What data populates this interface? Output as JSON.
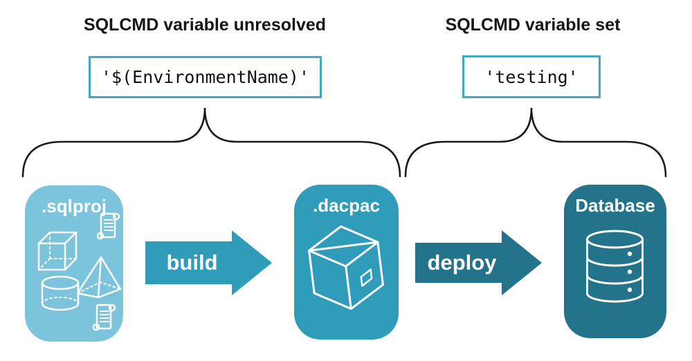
{
  "annotations": {
    "unresolved": {
      "title": "SQLCMD variable unresolved",
      "code": "'$(EnvironmentName)'"
    },
    "set": {
      "title": "SQLCMD variable set",
      "code": "'testing'"
    }
  },
  "pipeline": {
    "stages": [
      {
        "label": ".sqlproj",
        "icons": [
          "scroll-icon",
          "cube-icon",
          "pyramid-icon",
          "cylinder-icon",
          "scroll-icon"
        ]
      },
      {
        "label": ".dacpac",
        "icons": [
          "package-icon"
        ]
      },
      {
        "label": "Database",
        "icons": [
          "database-icon"
        ]
      }
    ],
    "arrows": [
      {
        "label": "build"
      },
      {
        "label": "deploy"
      }
    ]
  },
  "colors": {
    "stage_sqlproj_bg": "#7BC4DB",
    "stage_dacpac_bg": "#2F9CBA",
    "stage_database_bg": "#23748B",
    "arrow_build": "#2F9CBA",
    "arrow_deploy": "#23748B",
    "codebox_border": "#41A7C5",
    "text_dark": "#161616",
    "icon_stroke": "#ffffff",
    "brace_stroke": "#1a1a1a"
  }
}
